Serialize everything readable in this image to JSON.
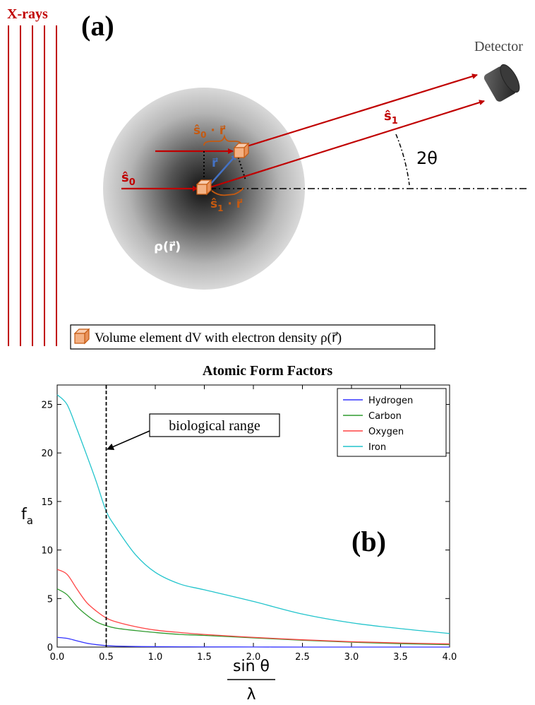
{
  "panel_a": {
    "label": "(a)",
    "xrays_label": "X-rays",
    "detector_label": "Detector",
    "s0_label": "ŝ",
    "s0_sub": "0",
    "s1_label": "ŝ",
    "s1_sub": "1",
    "r_label": "r⃗",
    "angle_label": "2θ",
    "s0_dot_r": {
      "s": "ŝ",
      "sub": "0",
      "rest": " · r⃗"
    },
    "s1_dot_r": {
      "s": "ŝ",
      "sub": "1",
      "rest": " · r⃗"
    },
    "rho_label": "ρ(r⃗)",
    "legend_text": "Volume element dV with electron density ρ(r⃗)",
    "colors": {
      "ray": "#c00000",
      "projection": "#c55a11",
      "r_vector": "#4472c4",
      "cube": "#f4b183"
    }
  },
  "panel_b": {
    "label": "(b)",
    "annotation": "biological range",
    "x_label_num": "sin θ",
    "x_label_den": "λ",
    "y_label": "f",
    "y_label_sub": "a"
  },
  "chart_data": {
    "type": "line",
    "title": "Atomic Form Factors",
    "xlabel": "sin θ / λ",
    "ylabel": "f_a",
    "xlim": [
      0,
      4
    ],
    "ylim": [
      0,
      27
    ],
    "xticks": [
      "0.0",
      "0.5",
      "1.0",
      "1.5",
      "2.0",
      "2.5",
      "3.0",
      "3.5",
      "4.0"
    ],
    "yticks": [
      "0",
      "5",
      "10",
      "15",
      "20",
      "25"
    ],
    "grid": false,
    "legend_position": "top-right",
    "vline_x": 0.5,
    "x": [
      0.0,
      0.1,
      0.2,
      0.3,
      0.4,
      0.5,
      0.6,
      0.8,
      1.0,
      1.25,
      1.5,
      2.0,
      2.5,
      3.0,
      3.5,
      4.0
    ],
    "series": [
      {
        "name": "Hydrogen",
        "color": "#3333ff",
        "values": [
          1.0,
          0.9,
          0.65,
          0.4,
          0.25,
          0.15,
          0.1,
          0.06,
          0.04,
          0.03,
          0.02,
          0.01,
          0.0,
          0.0,
          0.0,
          0.0
        ]
      },
      {
        "name": "Carbon",
        "color": "#2e9b2e",
        "values": [
          6.0,
          5.4,
          4.2,
          3.3,
          2.6,
          2.2,
          1.95,
          1.7,
          1.5,
          1.3,
          1.2,
          0.95,
          0.7,
          0.5,
          0.35,
          0.25
        ]
      },
      {
        "name": "Oxygen",
        "color": "#ff4444",
        "values": [
          8.0,
          7.5,
          6.0,
          4.6,
          3.7,
          3.0,
          2.6,
          2.1,
          1.75,
          1.5,
          1.3,
          1.0,
          0.75,
          0.55,
          0.42,
          0.32
        ]
      },
      {
        "name": "Iron",
        "color": "#22c4cc",
        "values": [
          26.0,
          25.0,
          22.5,
          19.8,
          17.0,
          14.0,
          12.3,
          9.5,
          7.7,
          6.5,
          5.9,
          4.7,
          3.4,
          2.5,
          1.9,
          1.4
        ]
      }
    ]
  }
}
